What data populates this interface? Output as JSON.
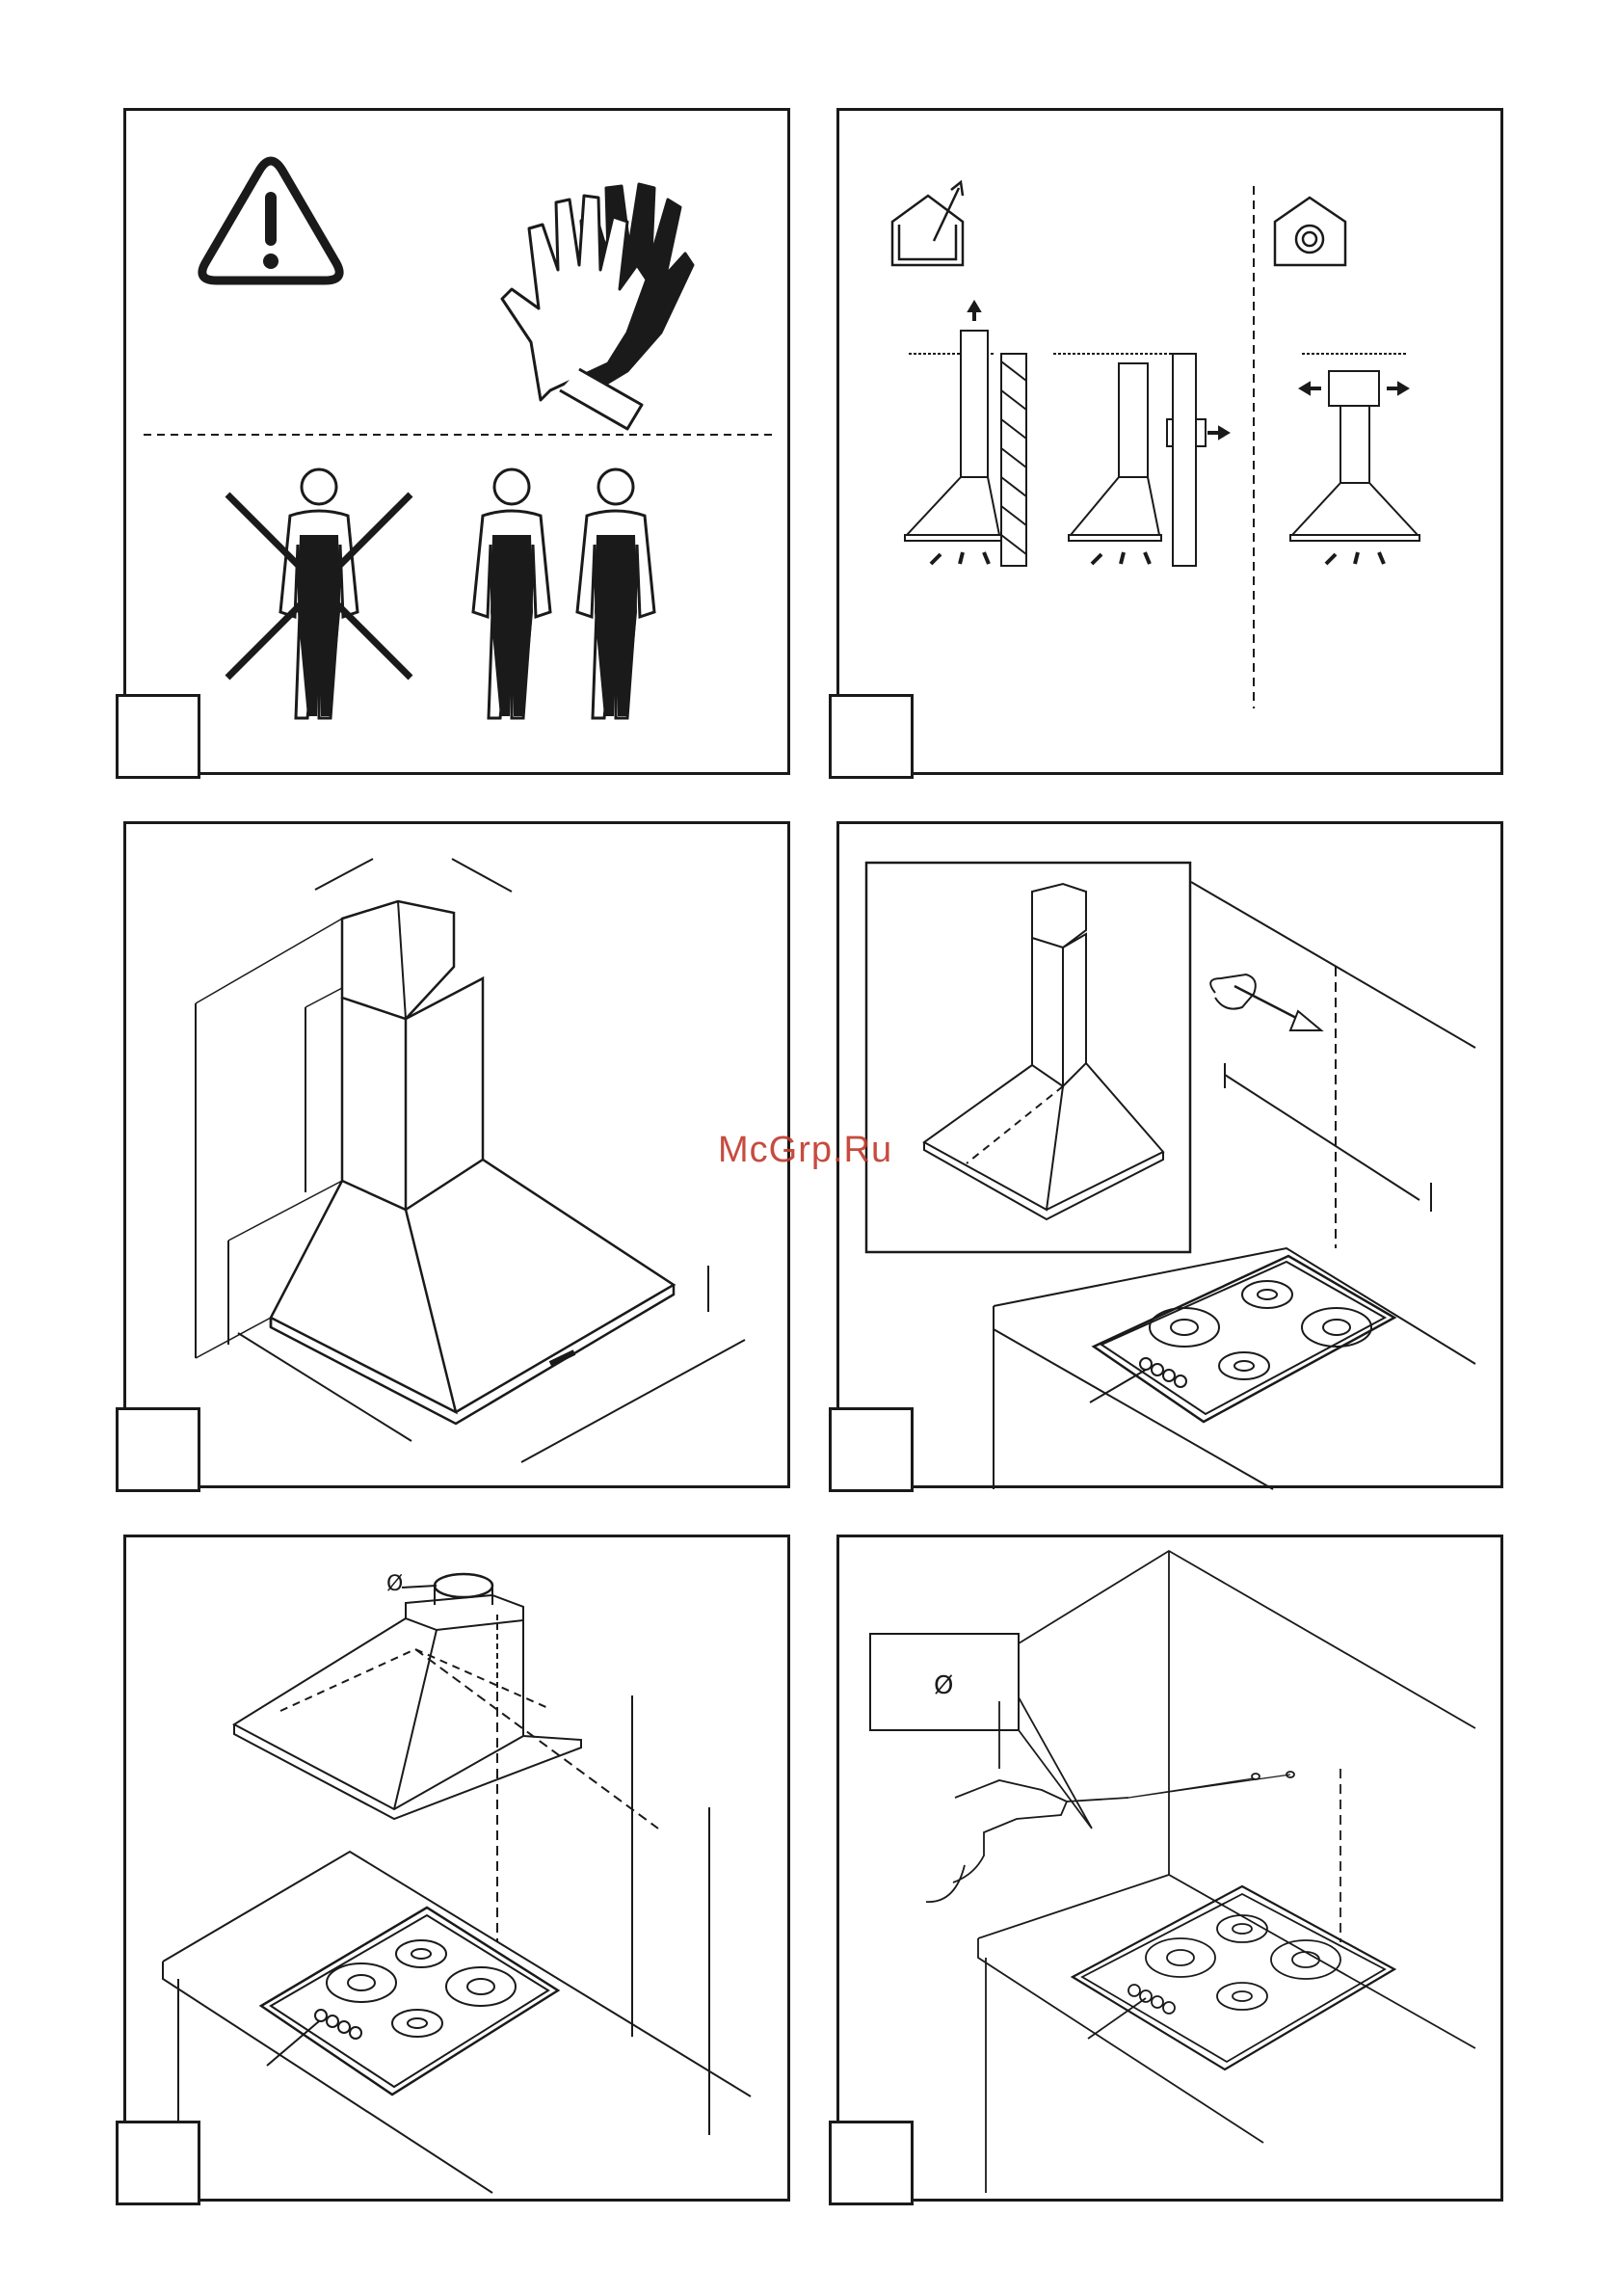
{
  "watermark": "McGrp.Ru",
  "panels": [
    {
      "id": 1,
      "icons": [
        "warning-icon",
        "gloves-icon",
        "one-person-crossed-icon",
        "two-persons-icon"
      ]
    },
    {
      "id": 2,
      "icons": [
        "exhaust-mode-icon",
        "recirculation-mode-icon"
      ]
    },
    {
      "id": 3,
      "icons": [
        "hood-dimensions-drawing"
      ]
    },
    {
      "id": 4,
      "icons": [
        "marking-wall-drawing"
      ]
    },
    {
      "id": 5,
      "symbol": "Ø",
      "icons": [
        "hood-above-hob-drawing"
      ]
    },
    {
      "id": 6,
      "symbol": "Ø",
      "icons": [
        "drilling-wall-drawing"
      ]
    }
  ],
  "colors": {
    "line": "#1a1a1a",
    "watermark": "#c0392b"
  }
}
